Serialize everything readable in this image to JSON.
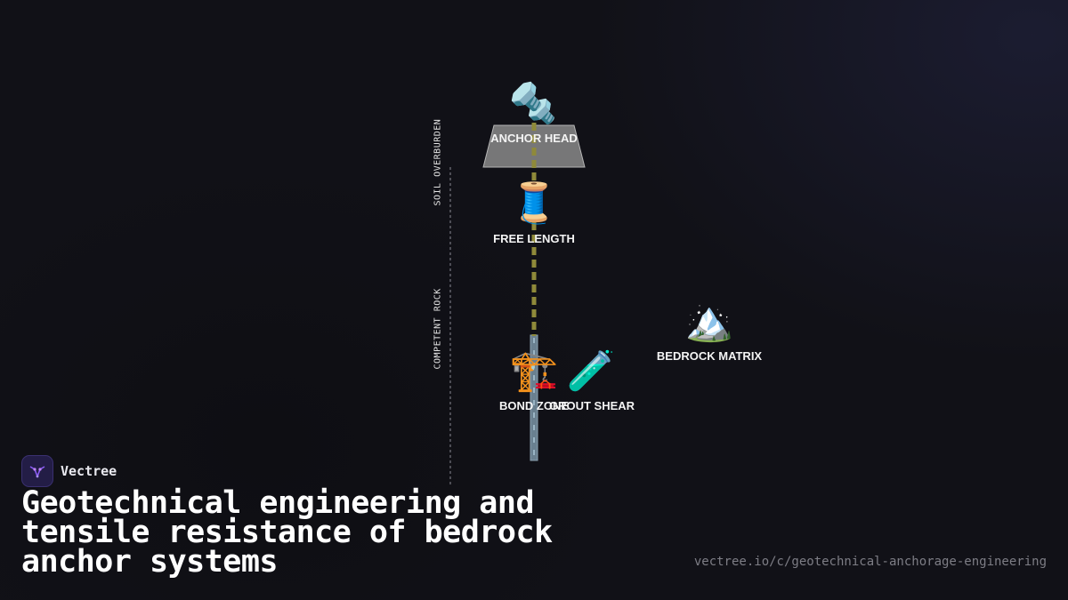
{
  "diagram": {
    "zones": [
      {
        "label": "SOIL OVERBURDEN"
      },
      {
        "label": "COMPETENT ROCK"
      }
    ],
    "nodes": [
      {
        "id": "anchor-head",
        "label": "ANCHOR HEAD",
        "icon": "bolt-nut-icon",
        "glyph": "🔩"
      },
      {
        "id": "free-length",
        "label": "FREE LENGTH",
        "icon": "thread-spool-icon",
        "glyph": "🧵"
      },
      {
        "id": "bond-zone",
        "label": "BOND ZONE",
        "icon": "construction-crane-icon",
        "glyph": "🏗️"
      },
      {
        "id": "grout-shear",
        "label": "GROUT SHEAR",
        "icon": "test-tube-icon",
        "glyph": "🧪"
      },
      {
        "id": "bedrock-matrix",
        "label": "BEDROCK MATRIX",
        "icon": "snow-capped-mountain-icon",
        "glyph": "🏔️"
      }
    ],
    "colors": {
      "tendon": "#8f8a3a",
      "bond_bar": "#6a8090",
      "head_plate": "#8a8a8a",
      "zone_line": "#8a8a95"
    }
  },
  "brand": {
    "name": "Vectree",
    "icon": "vectree-logo-icon"
  },
  "title": "Geotechnical engineering and tensile resistance of bedrock anchor systems",
  "url": "vectree.io/c/geotechnical-anchorage-engineering"
}
